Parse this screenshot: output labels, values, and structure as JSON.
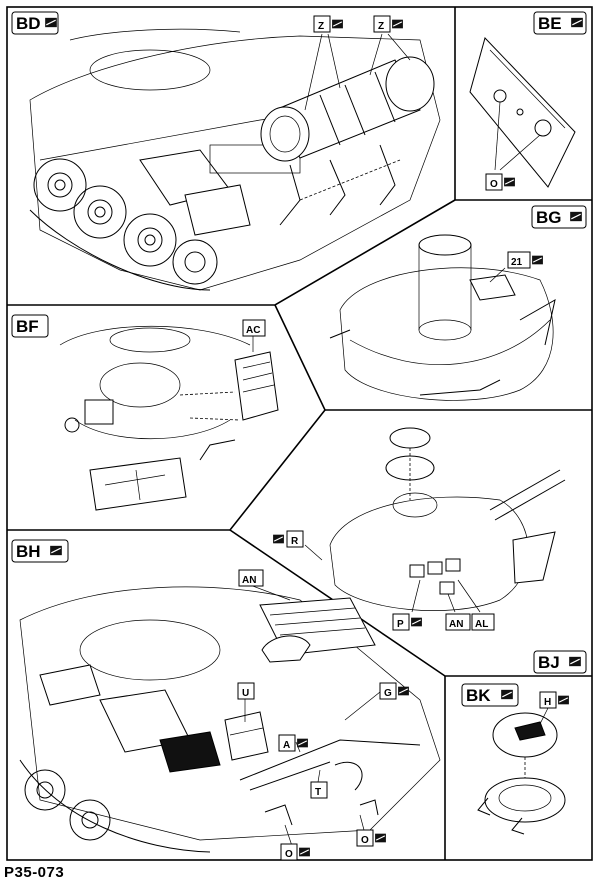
{
  "document_code": "P35-073",
  "sections": {
    "bd": "BD",
    "be": "BE",
    "bf": "BF",
    "bg": "BG",
    "bh": "BH",
    "bj": "BJ",
    "bk": "BK"
  },
  "callouts": {
    "z1": "Z",
    "z2": "Z",
    "o_be": "O",
    "n21": "21",
    "ac": "AC",
    "r": "R",
    "p": "P",
    "an_bj": "AN",
    "al": "AL",
    "an_bh": "AN",
    "u": "U",
    "g": "G",
    "a": "A",
    "t": "T",
    "o_bh1": "O",
    "o_bh2": "O",
    "h": "H"
  }
}
